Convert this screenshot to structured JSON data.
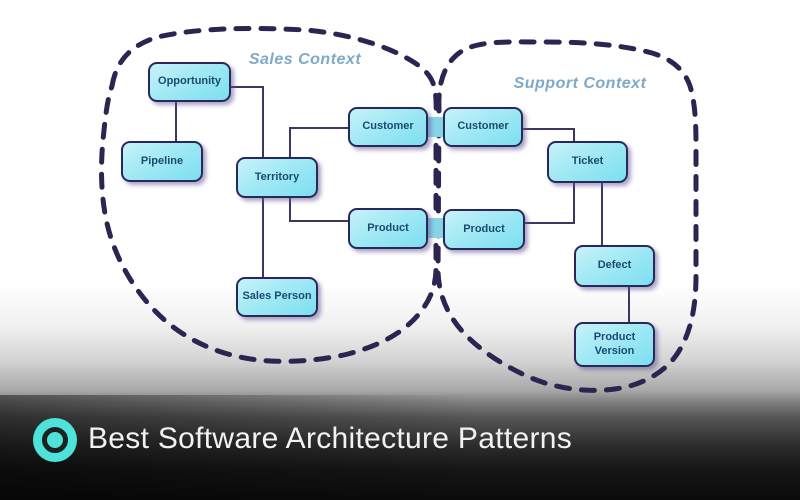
{
  "slide": {
    "contexts": [
      {
        "id": "sales",
        "label": "Sales Context"
      },
      {
        "id": "support",
        "label": "Support Context"
      }
    ],
    "nodes": [
      {
        "id": "opportunity",
        "label": "Opportunity",
        "context": "sales"
      },
      {
        "id": "pipeline",
        "label": "Pipeline",
        "context": "sales"
      },
      {
        "id": "territory",
        "label": "Territory",
        "context": "sales"
      },
      {
        "id": "customer-sales",
        "label": "Customer",
        "context": "sales"
      },
      {
        "id": "product-sales",
        "label": "Product",
        "context": "sales"
      },
      {
        "id": "sales-person",
        "label": "Sales Person",
        "context": "sales"
      },
      {
        "id": "customer-support",
        "label": "Customer",
        "context": "support"
      },
      {
        "id": "product-support",
        "label": "Product",
        "context": "support"
      },
      {
        "id": "ticket",
        "label": "Ticket",
        "context": "support"
      },
      {
        "id": "defect",
        "label": "Defect",
        "context": "support"
      },
      {
        "id": "product-version",
        "label": "Product Version",
        "context": "support"
      }
    ],
    "edges": [
      {
        "from": "opportunity",
        "to": "pipeline"
      },
      {
        "from": "opportunity",
        "to": "territory"
      },
      {
        "from": "territory",
        "to": "customer-sales"
      },
      {
        "from": "territory",
        "to": "product-sales"
      },
      {
        "from": "territory",
        "to": "sales-person"
      },
      {
        "from": "customer-sales",
        "to": "customer-support",
        "type": "shared-entity"
      },
      {
        "from": "product-sales",
        "to": "product-support",
        "type": "shared-entity"
      },
      {
        "from": "customer-support",
        "to": "ticket"
      },
      {
        "from": "product-support",
        "to": "ticket"
      },
      {
        "from": "ticket",
        "to": "defect"
      },
      {
        "from": "defect",
        "to": "product-version"
      }
    ]
  },
  "footer": {
    "title": "Best Software Architecture Patterns"
  },
  "colors": {
    "node_fill": "#9fe8f3",
    "node_border": "#28285a",
    "node_text": "#1d4a70",
    "context_outline": "#2e2452",
    "edge_line": "#3e3766",
    "context_label": "#7ea9c9",
    "shared_connector": "#85d5e6",
    "accent_teal": "#4ee3d9",
    "footer_text": "#f2f2f2"
  }
}
